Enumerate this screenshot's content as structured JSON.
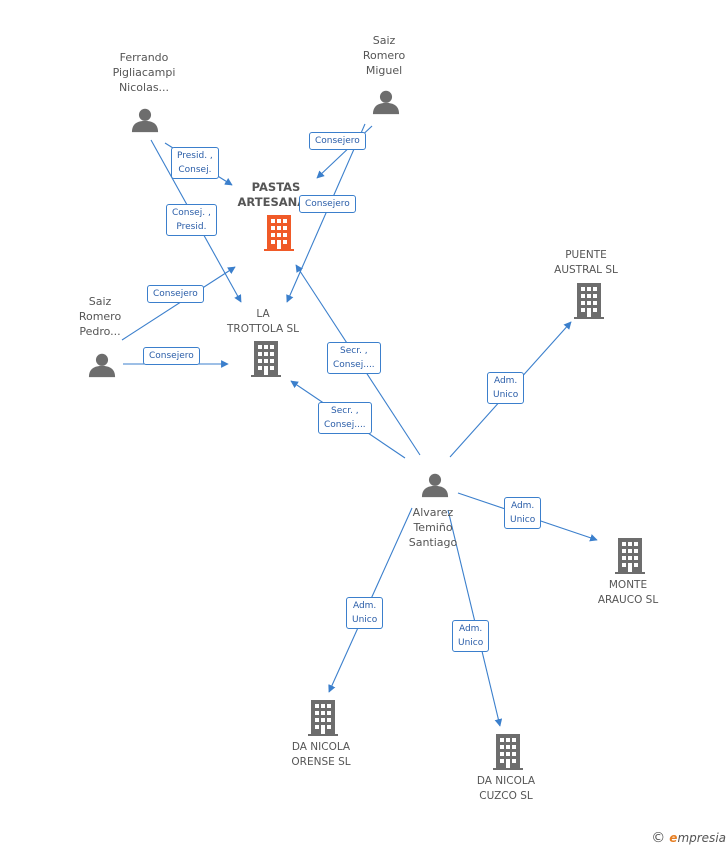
{
  "colors": {
    "edge": "#3b7fcc",
    "person": "#6d6d6d",
    "company": "#6d6d6d",
    "focus_company": "#f05a28"
  },
  "persons": {
    "ferrando": {
      "name": [
        "Ferrando",
        "Pigliacampi",
        "Nicolas..."
      ],
      "icon": "person-icon"
    },
    "saiz_miguel": {
      "name": [
        "Saiz",
        "Romero",
        "Miguel"
      ],
      "icon": "person-icon"
    },
    "saiz_pedro": {
      "name": [
        "Saiz",
        "Romero",
        "Pedro..."
      ],
      "icon": "person-icon"
    },
    "alvarez": {
      "name": [
        "Alvarez",
        "Temiño",
        "Santiago"
      ],
      "icon": "person-icon"
    }
  },
  "companies": {
    "pastas": {
      "name": [
        "PASTAS",
        "ARTESANAS"
      ],
      "icon": "building-icon",
      "focus": true
    },
    "trottola": {
      "name": [
        "LA",
        "TROTTOLA SL"
      ],
      "icon": "building-icon"
    },
    "puente": {
      "name": [
        "PUENTE",
        "AUSTRAL SL"
      ],
      "icon": "building-icon"
    },
    "monte": {
      "name": [
        "MONTE",
        "ARAUCO SL"
      ],
      "icon": "building-icon"
    },
    "orense": {
      "name": [
        "DA NICOLA",
        "ORENSE SL"
      ],
      "icon": "building-icon"
    },
    "cuzco": {
      "name": [
        "DA NICOLA",
        "CUZCO SL"
      ],
      "icon": "building-icon"
    }
  },
  "edges": [
    {
      "label": [
        "Presid. ,",
        "Consej."
      ]
    },
    {
      "label": [
        "Consej. ,",
        "Presid."
      ]
    },
    {
      "label": [
        "Consejero"
      ]
    },
    {
      "label": [
        "Consejero"
      ]
    },
    {
      "label": [
        "Consejero"
      ]
    },
    {
      "label": [
        "Consejero"
      ]
    },
    {
      "label": [
        "Secr. ,",
        "Consej...."
      ]
    },
    {
      "label": [
        "Secr. ,",
        "Consej...."
      ]
    },
    {
      "label": [
        "Adm.",
        "Unico"
      ]
    },
    {
      "label": [
        "Adm.",
        "Unico"
      ]
    },
    {
      "label": [
        "Adm.",
        "Unico"
      ]
    },
    {
      "label": [
        "Adm.",
        "Unico"
      ]
    }
  ],
  "footer": {
    "copyright": "©",
    "brand_first": "e",
    "brand_rest": "mpresia"
  }
}
